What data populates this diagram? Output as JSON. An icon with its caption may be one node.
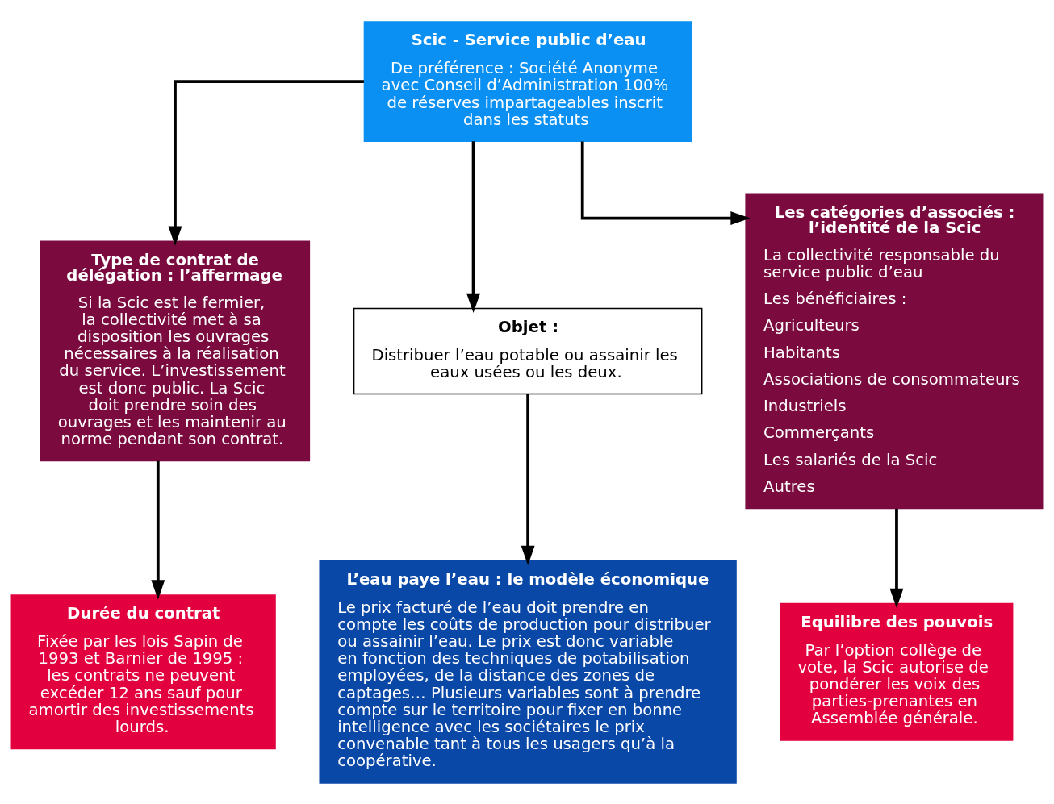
{
  "diagram": {
    "nodes": [
      {
        "text": [
          "Scic - Service public d’eau",
          "De préférence : Société Anonyme avec Conseil d’Administration 100% de réserves impartageables inscrit dans les statuts"
        ]
      },
      {
        "text": [
          "Type de contrat de délégation : l’affermage",
          "Si la Scic est le fermier, la collectivité met à sa disposition les ouvrages nécessaires à la réalisation du service. L’investissement est donc public. La Scic doit prendre soin des ouvrages et les maintenir au norme pendant son contrat."
        ]
      },
      {
        "text": [
          "Objet :",
          "Distribuer l’eau potable ou assainir les eaux usées ou les deux."
        ]
      },
      {
        "text": [
          "Les catégories d’associés : l’identité de la Scic",
          "La collectivité responsable du service public d’eau",
          "Les bénéficiaires :",
          "Agriculteurs",
          "Habitants",
          "Associations de consommateurs",
          "Industriels",
          "Commerçants",
          "Les salariés de la Scic",
          "Autres"
        ]
      },
      {
        "text": [
          "Durée du contrat",
          "Fixée par les lois Sapin de 1993 et Barnier de 1995 : les contrats ne peuvent excéder 12 ans sauf pour amortir des investissements lourds."
        ]
      },
      {
        "text": [
          "L’eau paye l’eau : le modèle économique",
          "Le prix facturé de l’eau doit prendre en compte les coûts de production pour distribuer ou assainir l’eau. Le prix est donc variable en fonction des techniques de potabilisation employées, de la distance des zones de captages… Plusieurs variables sont à prendre compte sur le territoire pour fixer en bonne intelligence avec les sociétaires le prix convenable tant à tous les usagers qu’à la coopérative."
        ]
      },
      {
        "text": [
          "Equilibre des pouvois",
          "Par l’option collège de vote, la Scic autorise de pondérer les voix des parties-prenantes en Assemblée générale."
        ]
      }
    ],
    "edges": [
      {
        "from": 0,
        "to": 1,
        "arrow": "to"
      },
      {
        "from": 0,
        "to": 3,
        "arrow": "to"
      },
      {
        "from": 0,
        "to": 2,
        "arrow": "to"
      },
      {
        "from": 2,
        "to": 5,
        "arrow": "to"
      },
      {
        "from": 1,
        "to": 4,
        "arrow": "to"
      },
      {
        "from": 3,
        "to": 6,
        "arrow": "to"
      }
    ]
  }
}
